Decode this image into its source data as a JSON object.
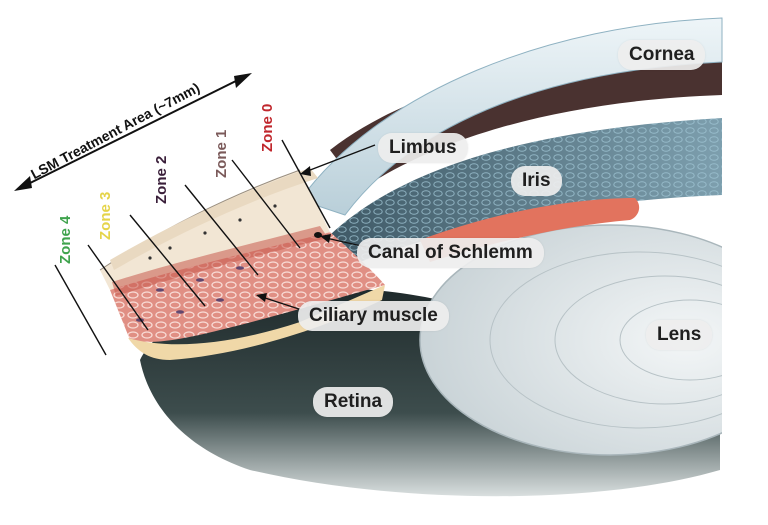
{
  "labels": {
    "cornea": "Cornea",
    "limbus": "Limbus",
    "iris": "Iris",
    "canal": "Canal of Schlemm",
    "ciliary": "Ciliary muscle",
    "lens": "Lens",
    "retina": "Retina"
  },
  "treatment_area": "LSM Treatment Area (~7mm)",
  "zones": [
    {
      "label": "Zone 0",
      "color": "#c0272d"
    },
    {
      "label": "Zone 1",
      "color": "#7b5a5a"
    },
    {
      "label": "Zone 2",
      "color": "#3a1f3a"
    },
    {
      "label": "Zone 3",
      "color": "#e5d44a"
    },
    {
      "label": "Zone 4",
      "color": "#3fa34d"
    }
  ],
  "colors": {
    "muscle": "#e88a80",
    "iris": "#5d7c8c",
    "cornea": "#d6e8f0",
    "retina": "#2c3c3c",
    "lens": "#e4ebee"
  }
}
